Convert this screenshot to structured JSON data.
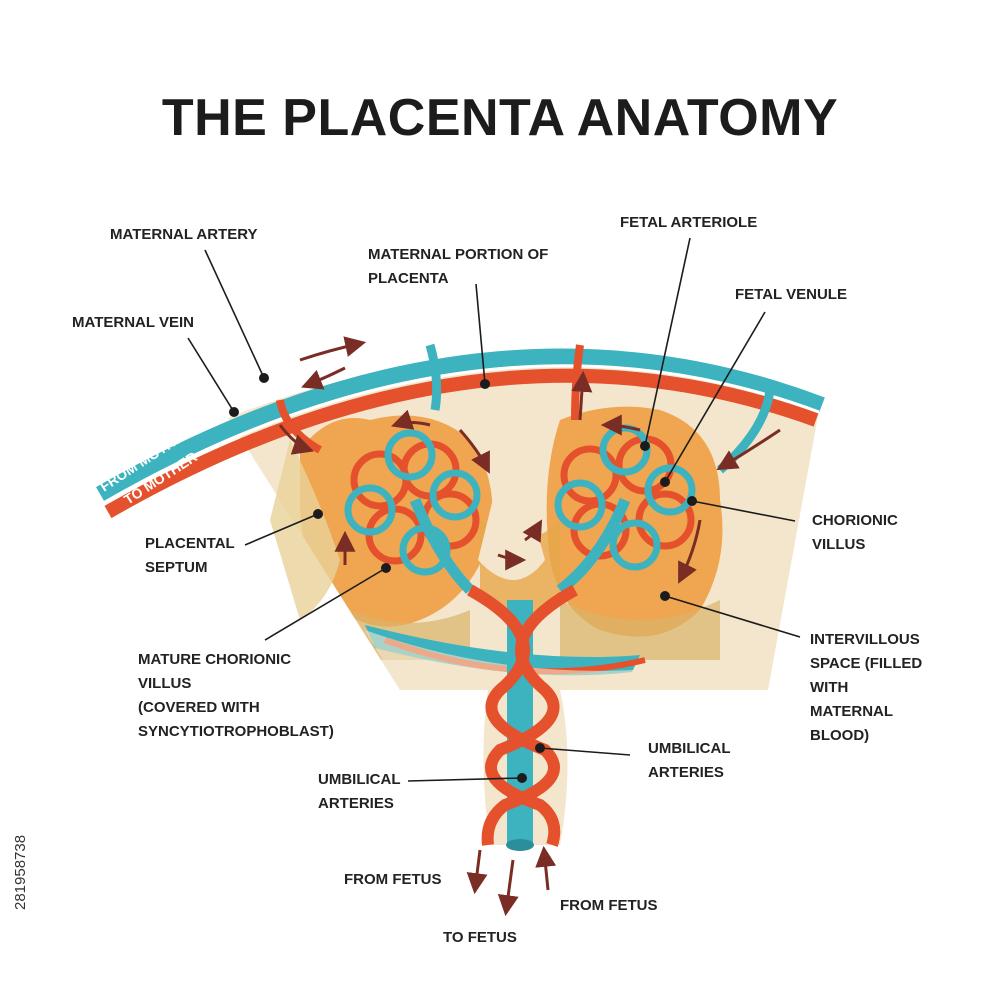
{
  "title": "THE PLACENTA ANATOMY",
  "labels": {
    "maternal_artery": "MATERNAL ARTERY",
    "maternal_vein": "MATERNAL VEIN",
    "maternal_portion": "MATERNAL PORTION OF\nPLACENTA",
    "fetal_arteriole": "FETAL ARTERIOLE",
    "fetal_venule": "FETAL VENULE",
    "chorionic_villus": "CHORIONIC\nVILLUS",
    "placental_septum": "PLACENTAL\nSEPTUM",
    "mature_chorionic_villus": "MATURE CHORIONIC\nVILLUS\n(COVERED WITH\nSYNCYTIOTROPHOBLAST)",
    "intervillous_space": "INTERVILLOUS\nSPACE (FILLED\nWITH\nMATERNAL\nBLOOD)",
    "umbilical_arteries_right": "UMBILICAL\nARTERIES",
    "umbilical_arteries_left": "UMBILICAL\nARTERIES",
    "from_fetus_left": "FROM FETUS",
    "from_fetus_right": "FROM FETUS",
    "to_fetus": "TO FETUS",
    "band_from_mother": "FROM MOTHER",
    "band_to_mother": "TO MOTHER"
  },
  "watermark_id": "281958738",
  "colors": {
    "maternal_blue": "#3db3bf",
    "maternal_red": "#e4512c",
    "tissue_cream": "#f4e6cc",
    "intervillous_orange": "#ef9a3a",
    "arrow_brown": "#7a2d25",
    "text_dark": "#1c1c1c"
  }
}
